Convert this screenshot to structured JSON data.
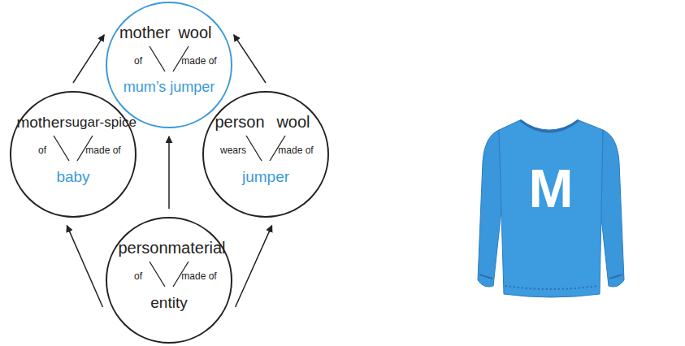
{
  "diagram": {
    "nodes": [
      {
        "text": [
          "mother",
          "wool",
          "of",
          "made of",
          "mum’s jumper"
        ]
      },
      {
        "text": [
          "mother",
          "sugar-spice",
          "of",
          "made of",
          "baby"
        ]
      },
      {
        "text": [
          "person",
          "wool",
          "wears",
          "made of",
          "jumper"
        ]
      },
      {
        "text": [
          "person",
          "material",
          "of",
          "made of",
          "entity"
        ]
      }
    ],
    "edges": [
      {
        "from": 3,
        "to": 1,
        "arrow": "to"
      },
      {
        "from": 3,
        "to": 0,
        "arrow": "to"
      },
      {
        "from": 3,
        "to": 2,
        "arrow": "to"
      },
      {
        "from": 1,
        "to": 0,
        "arrow": "to"
      },
      {
        "from": 2,
        "to": 0,
        "arrow": "to"
      }
    ],
    "labels": [
      "M"
    ]
  }
}
